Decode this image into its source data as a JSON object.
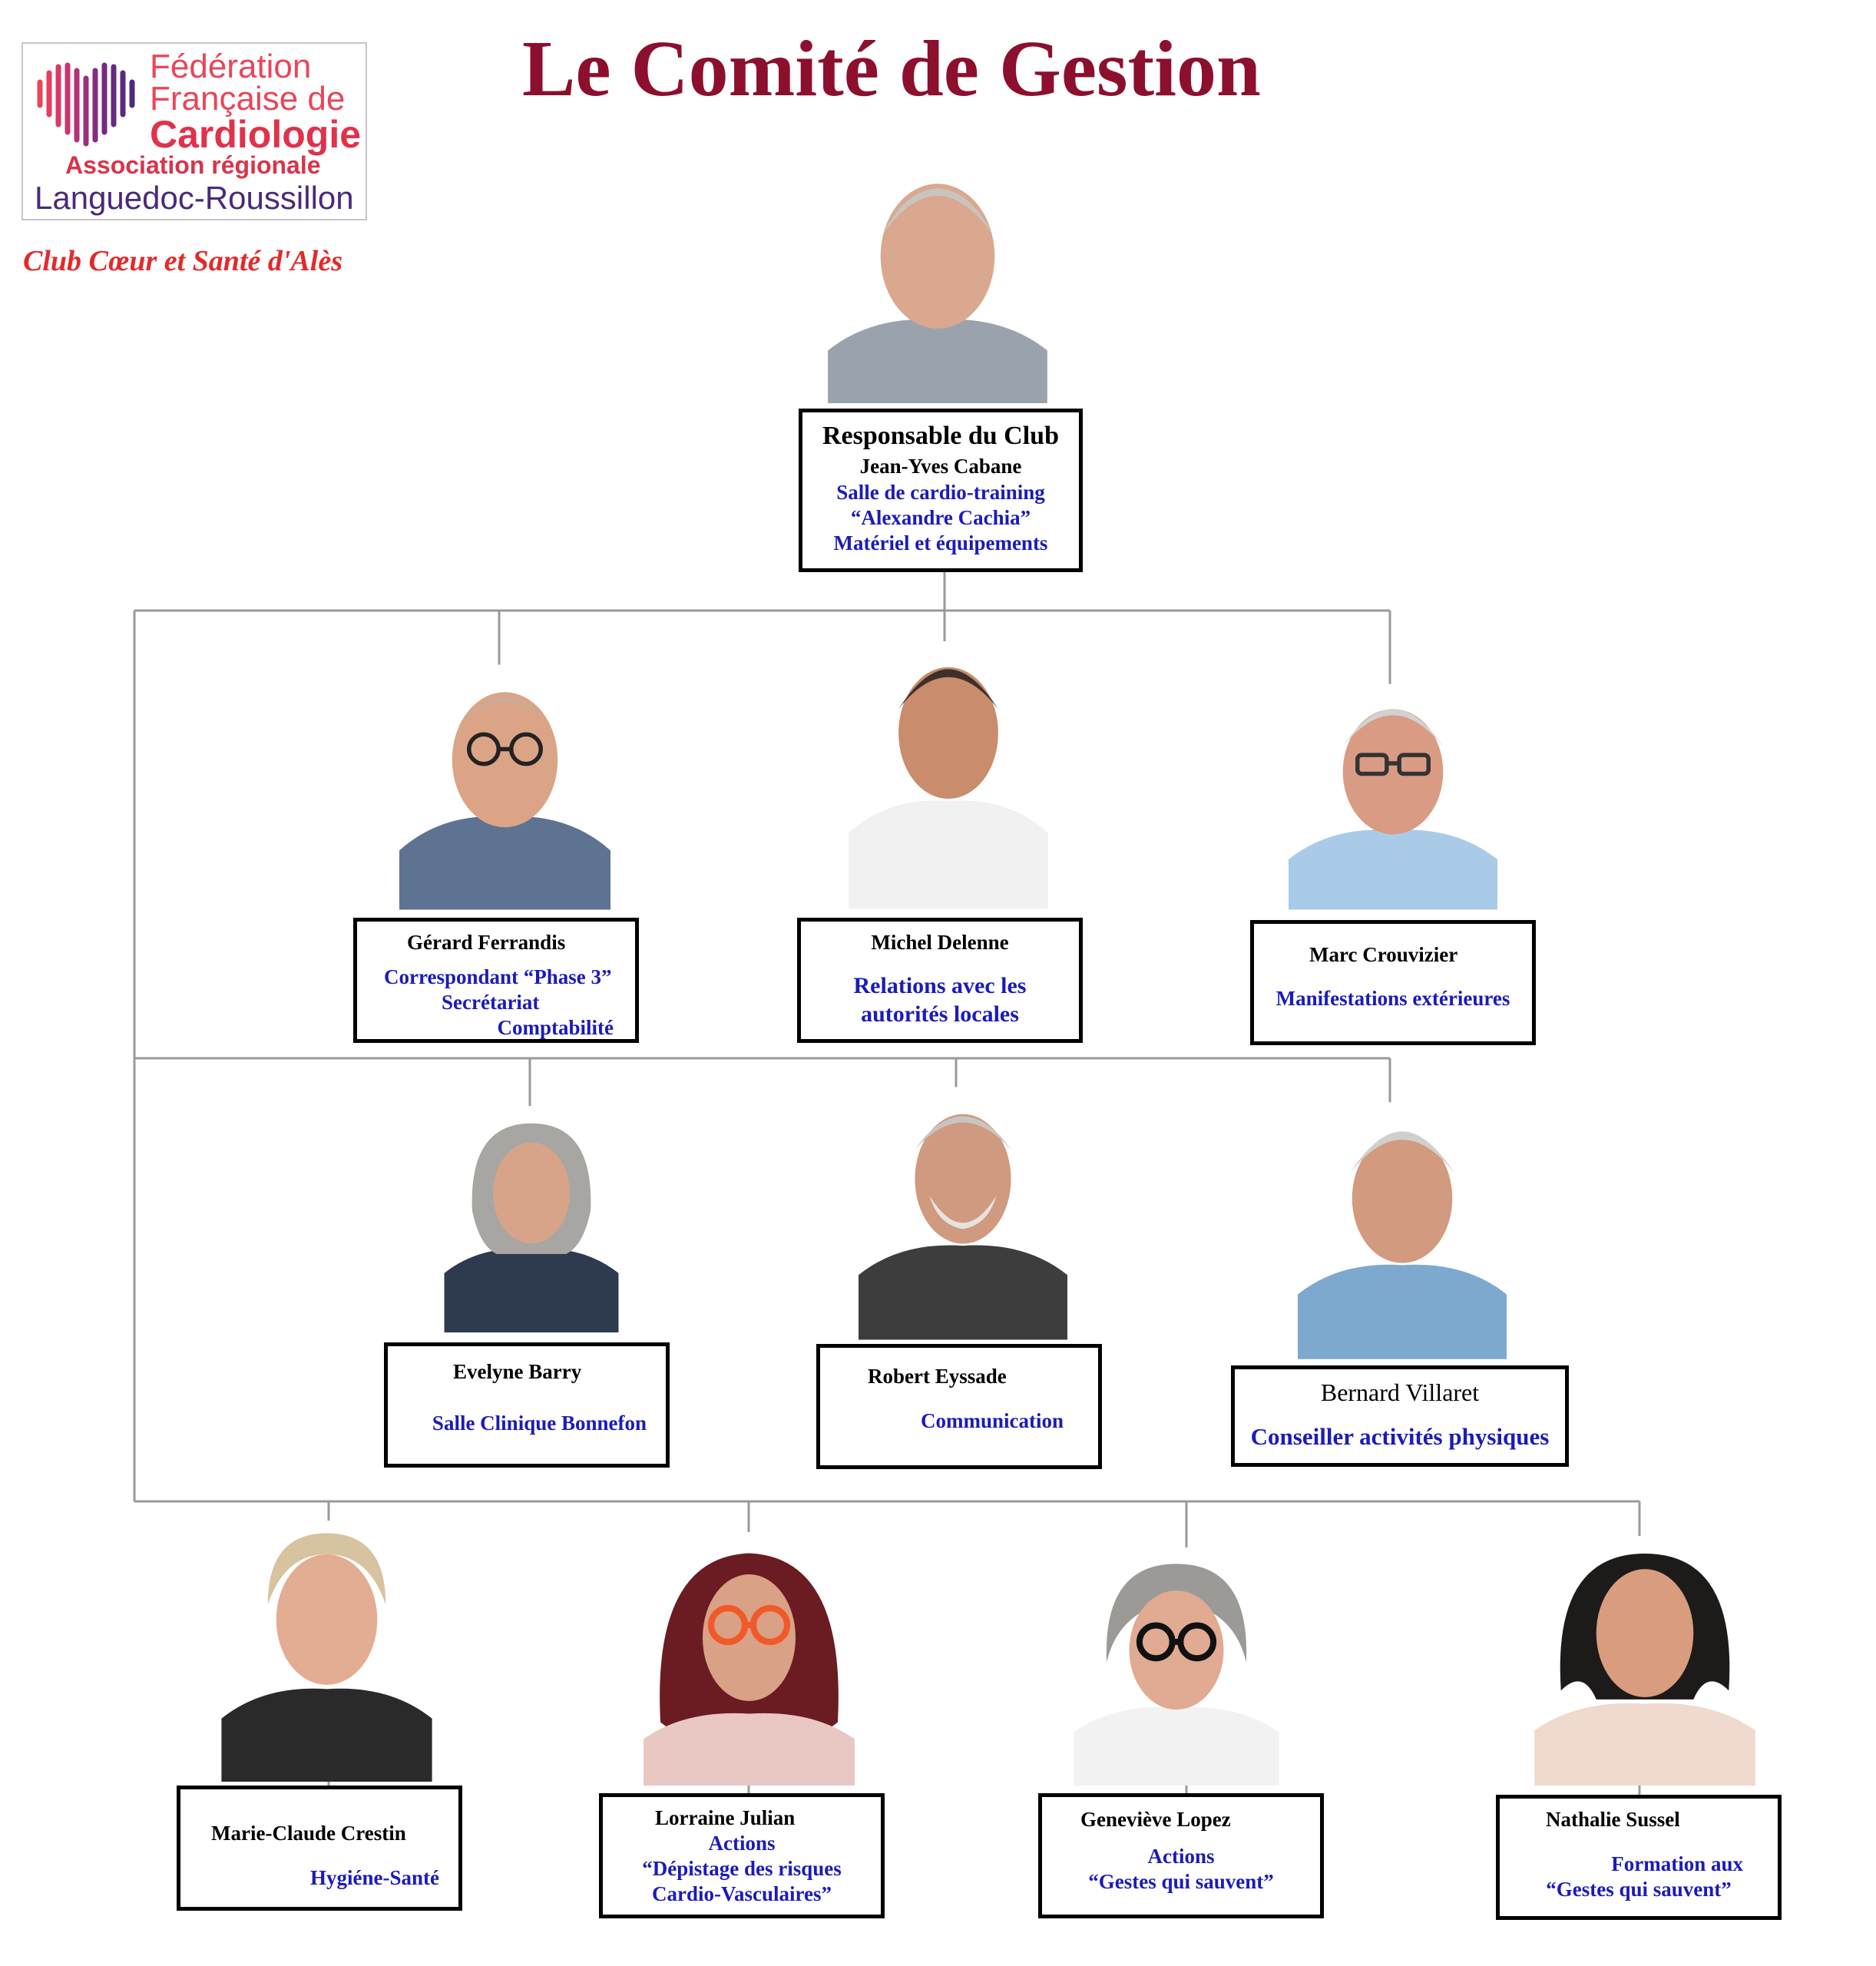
{
  "header": {
    "title": "Le Comité de Gestion",
    "logo_line1": "Fédération",
    "logo_line2": "Française de",
    "logo_line3": "Cardiologie",
    "logo_line4": "Association régionale",
    "logo_line5": "Languedoc-Roussillon",
    "club": "Club Cœur et Santé d'Alès"
  },
  "colors": {
    "title": "#8c0f2e",
    "role_text": "#1b1bb9",
    "club": "#e32a2a",
    "logo_red": "#e8465a",
    "logo_purple": "#4a2a78"
  },
  "leader": {
    "heading": "Responsable du Club",
    "name": "Jean-Yves Cabane",
    "roles": [
      "Salle de cardio-training",
      "“Alexandre Cachia”",
      "Matériel et équipements"
    ]
  },
  "row1": [
    {
      "name": "Gérard Ferrandis",
      "roles": [
        "Correspondant “Phase 3”",
        "Secrétariat",
        "Comptabilité"
      ]
    },
    {
      "name": "Michel Delenne",
      "roles": [
        "Relations avec les",
        "autorités locales"
      ]
    },
    {
      "name": "Marc Crouvizier",
      "roles": [
        "Manifestations extérieures"
      ]
    }
  ],
  "row2": [
    {
      "name": "Evelyne Barry",
      "roles": [
        "Salle Clinique Bonnefon"
      ]
    },
    {
      "name": "Robert Eyssade",
      "roles": [
        "Communication"
      ]
    },
    {
      "name": "Bernard Villaret",
      "roles": [
        "Conseiller activités physiques"
      ]
    }
  ],
  "row3": [
    {
      "name": "Marie-Claude Crestin",
      "roles": [
        "Hygiéne-Santé"
      ]
    },
    {
      "name": "Lorraine Julian",
      "roles": [
        "Actions",
        "“Dépistage des risques",
        "Cardio-Vasculaires”"
      ]
    },
    {
      "name": "Geneviève Lopez",
      "roles": [
        "Actions",
        "“Gestes qui sauvent”"
      ]
    },
    {
      "name": "Nathalie Sussel",
      "roles": [
        "Formation aux",
        "“Gestes qui sauvent”"
      ]
    }
  ]
}
